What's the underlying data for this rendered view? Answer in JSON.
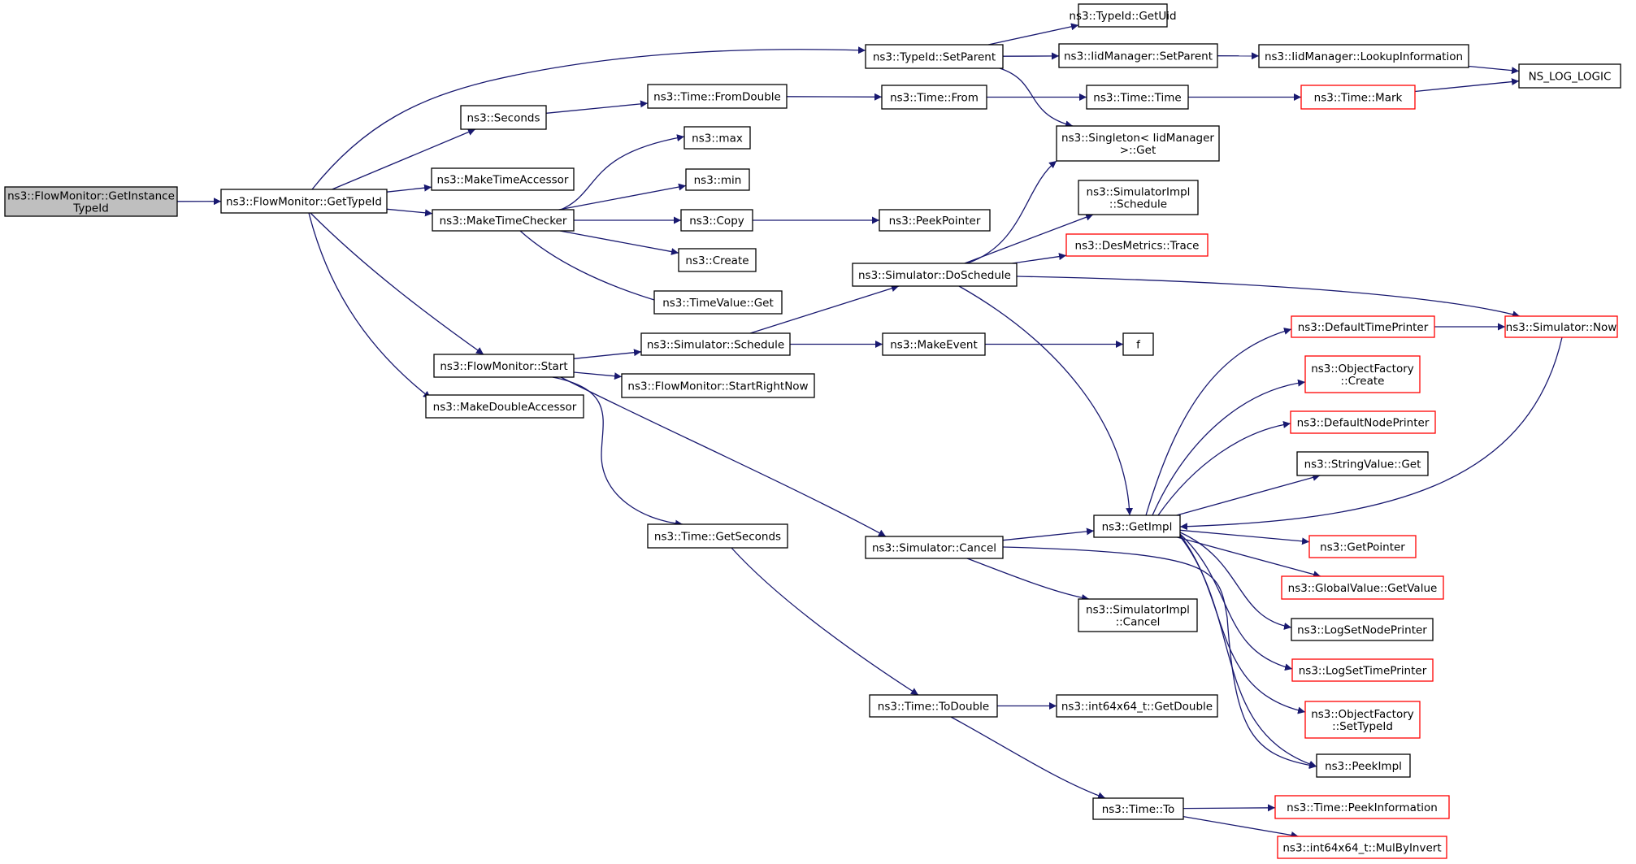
{
  "diagram": {
    "colors": {
      "edge": "#191970",
      "node_border": "#000000",
      "missing_border": "#ff0000",
      "root_fill": "#bfbfbf"
    },
    "nodes": [
      {
        "id": "root",
        "lines": [
          "ns3::FlowMonitor::GetInstance",
          "TypeId"
        ],
        "style": "root"
      },
      {
        "id": "gettypeid",
        "lines": [
          "ns3::FlowMonitor::GetTypeId"
        ]
      },
      {
        "id": "setparent",
        "lines": [
          "ns3::TypeId::SetParent"
        ]
      },
      {
        "id": "getuid",
        "lines": [
          "ns3::TypeId::GetUid"
        ]
      },
      {
        "id": "iidsetparent",
        "lines": [
          "ns3::IidManager::SetParent"
        ]
      },
      {
        "id": "lookupinfo",
        "lines": [
          "ns3::IidManager::LookupInformation"
        ]
      },
      {
        "id": "nsloglogic",
        "lines": [
          "NS_LOG_LOGIC"
        ]
      },
      {
        "id": "seconds",
        "lines": [
          "ns3::Seconds"
        ]
      },
      {
        "id": "fromdouble",
        "lines": [
          "ns3::Time::FromDouble"
        ]
      },
      {
        "id": "timefrom",
        "lines": [
          "ns3::Time::From"
        ]
      },
      {
        "id": "timetime",
        "lines": [
          "ns3::Time::Time"
        ]
      },
      {
        "id": "timemark",
        "lines": [
          "ns3::Time::Mark"
        ],
        "style": "red"
      },
      {
        "id": "singleton",
        "lines": [
          "ns3::Singleton< IidManager",
          ">::Get"
        ]
      },
      {
        "id": "maketimeaccessor",
        "lines": [
          "ns3::MakeTimeAccessor"
        ]
      },
      {
        "id": "maketimechecker",
        "lines": [
          "ns3::MakeTimeChecker"
        ]
      },
      {
        "id": "max",
        "lines": [
          "ns3::max"
        ]
      },
      {
        "id": "min",
        "lines": [
          "ns3::min"
        ]
      },
      {
        "id": "copy",
        "lines": [
          "ns3::Copy"
        ]
      },
      {
        "id": "peekpointer",
        "lines": [
          "ns3::PeekPointer"
        ]
      },
      {
        "id": "create",
        "lines": [
          "ns3::Create"
        ]
      },
      {
        "id": "timevalueget",
        "lines": [
          "ns3::TimeValue::Get"
        ]
      },
      {
        "id": "simimplschedule",
        "lines": [
          "ns3::SimulatorImpl",
          "::Schedule"
        ]
      },
      {
        "id": "desmetrics",
        "lines": [
          "ns3::DesMetrics::Trace"
        ],
        "style": "red"
      },
      {
        "id": "doschedule",
        "lines": [
          "ns3::Simulator::DoSchedule"
        ]
      },
      {
        "id": "simnow",
        "lines": [
          "ns3::Simulator::Now"
        ],
        "style": "red"
      },
      {
        "id": "flowstart",
        "lines": [
          "ns3::FlowMonitor::Start"
        ]
      },
      {
        "id": "simschedule",
        "lines": [
          "ns3::Simulator::Schedule"
        ]
      },
      {
        "id": "makeevent",
        "lines": [
          "ns3::MakeEvent"
        ]
      },
      {
        "id": "f",
        "lines": [
          "f"
        ]
      },
      {
        "id": "startrightnow",
        "lines": [
          "ns3::FlowMonitor::StartRightNow"
        ]
      },
      {
        "id": "makedoubleaccessor",
        "lines": [
          "ns3::MakeDoubleAccessor"
        ]
      },
      {
        "id": "defaulttimeprinter",
        "lines": [
          "ns3::DefaultTimePrinter"
        ],
        "style": "red"
      },
      {
        "id": "objfactorycreate",
        "lines": [
          "ns3::ObjectFactory",
          "::Create"
        ],
        "style": "red"
      },
      {
        "id": "defaultnodeprinter",
        "lines": [
          "ns3::DefaultNodePrinter"
        ],
        "style": "red"
      },
      {
        "id": "stringvalueget",
        "lines": [
          "ns3::StringValue::Get"
        ]
      },
      {
        "id": "getimpl",
        "lines": [
          "ns3::GetImpl"
        ]
      },
      {
        "id": "getseconds",
        "lines": [
          "ns3::Time::GetSeconds"
        ]
      },
      {
        "id": "simcancel",
        "lines": [
          "ns3::Simulator::Cancel"
        ]
      },
      {
        "id": "getpointer",
        "lines": [
          "ns3::GetPointer"
        ],
        "style": "red"
      },
      {
        "id": "globalvalue",
        "lines": [
          "ns3::GlobalValue::GetValue"
        ],
        "style": "red"
      },
      {
        "id": "simimplcancel",
        "lines": [
          "ns3::SimulatorImpl",
          "::Cancel"
        ]
      },
      {
        "id": "logsetnodeprinter",
        "lines": [
          "ns3::LogSetNodePrinter"
        ]
      },
      {
        "id": "logsettimeprinter",
        "lines": [
          "ns3::LogSetTimePrinter"
        ],
        "style": "red"
      },
      {
        "id": "timetodouble",
        "lines": [
          "ns3::Time::ToDouble"
        ]
      },
      {
        "id": "getdouble",
        "lines": [
          "ns3::int64x64_t::GetDouble"
        ]
      },
      {
        "id": "objfactorysettypeid",
        "lines": [
          "ns3::ObjectFactory",
          "::SetTypeId"
        ],
        "style": "red"
      },
      {
        "id": "peekimpl",
        "lines": [
          "ns3::PeekImpl"
        ]
      },
      {
        "id": "timeto",
        "lines": [
          "ns3::Time::To"
        ]
      },
      {
        "id": "peekinformation",
        "lines": [
          "ns3::Time::PeekInformation"
        ],
        "style": "red"
      },
      {
        "id": "mulbyinvert",
        "lines": [
          "ns3::int64x64_t::MulByInvert"
        ],
        "style": "red"
      }
    ],
    "edges": [
      [
        "root",
        "gettypeid"
      ],
      [
        "gettypeid",
        "setparent"
      ],
      [
        "gettypeid",
        "seconds"
      ],
      [
        "gettypeid",
        "maketimeaccessor"
      ],
      [
        "gettypeid",
        "maketimechecker"
      ],
      [
        "gettypeid",
        "flowstart"
      ],
      [
        "gettypeid",
        "makedoubleaccessor"
      ],
      [
        "setparent",
        "getuid"
      ],
      [
        "setparent",
        "iidsetparent"
      ],
      [
        "setparent",
        "singleton"
      ],
      [
        "iidsetparent",
        "lookupinfo"
      ],
      [
        "lookupinfo",
        "nsloglogic"
      ],
      [
        "seconds",
        "fromdouble"
      ],
      [
        "fromdouble",
        "timefrom"
      ],
      [
        "timefrom",
        "timetime"
      ],
      [
        "timetime",
        "timemark"
      ],
      [
        "timemark",
        "nsloglogic"
      ],
      [
        "maketimechecker",
        "max"
      ],
      [
        "maketimechecker",
        "min"
      ],
      [
        "maketimechecker",
        "copy"
      ],
      [
        "maketimechecker",
        "create"
      ],
      [
        "maketimechecker",
        "timevalueget"
      ],
      [
        "copy",
        "peekpointer"
      ],
      [
        "flowstart",
        "simschedule"
      ],
      [
        "flowstart",
        "startrightnow"
      ],
      [
        "flowstart",
        "getseconds"
      ],
      [
        "flowstart",
        "simcancel"
      ],
      [
        "simschedule",
        "doschedule"
      ],
      [
        "simschedule",
        "makeevent"
      ],
      [
        "makeevent",
        "f"
      ],
      [
        "doschedule",
        "singleton"
      ],
      [
        "doschedule",
        "simimplschedule"
      ],
      [
        "doschedule",
        "desmetrics"
      ],
      [
        "doschedule",
        "simnow"
      ],
      [
        "doschedule",
        "getimpl"
      ],
      [
        "simnow",
        "getimpl"
      ],
      [
        "defaulttimeprinter",
        "simnow"
      ],
      [
        "getimpl",
        "defaulttimeprinter"
      ],
      [
        "getimpl",
        "objfactorycreate"
      ],
      [
        "getimpl",
        "defaultnodeprinter"
      ],
      [
        "getimpl",
        "stringvalueget"
      ],
      [
        "getimpl",
        "getpointer"
      ],
      [
        "getimpl",
        "globalvalue"
      ],
      [
        "getimpl",
        "logsetnodeprinter"
      ],
      [
        "getimpl",
        "logsettimeprinter"
      ],
      [
        "getimpl",
        "objfactorysettypeid"
      ],
      [
        "getimpl",
        "peekimpl"
      ],
      [
        "simcancel",
        "getimpl"
      ],
      [
        "simcancel",
        "simimplcancel"
      ],
      [
        "simcancel",
        "peekimpl"
      ],
      [
        "getseconds",
        "timetodouble"
      ],
      [
        "timetodouble",
        "getdouble"
      ],
      [
        "timetodouble",
        "timeto"
      ],
      [
        "timeto",
        "peekinformation"
      ],
      [
        "timeto",
        "mulbyinvert"
      ]
    ]
  }
}
